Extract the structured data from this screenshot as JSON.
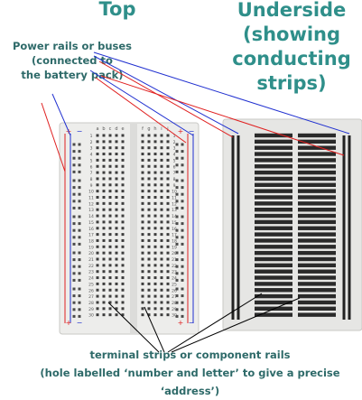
{
  "headings": {
    "top": "Top",
    "underside": [
      "Underside",
      "(showing",
      "conducting",
      "strips)"
    ]
  },
  "power_label": [
    "Power rails or buses",
    "(connected to",
    "the battery pack)"
  ],
  "terminal_label": [
    "terminal strips or component rails",
    "(hole labelled ‘number and letter’ to give a precise ‘address’)"
  ],
  "board": {
    "column_letters_left": [
      "a",
      "b",
      "c",
      "d",
      "e"
    ],
    "column_letters_right": [
      "f",
      "g",
      "h",
      "i",
      "j"
    ],
    "row_numbers": [
      "1",
      "2",
      "3",
      "4",
      "5",
      "6",
      "7",
      "8",
      "9",
      "10",
      "11",
      "12",
      "13",
      "14",
      "15",
      "16",
      "17",
      "18",
      "19",
      "20",
      "21",
      "22",
      "23",
      "24",
      "25",
      "26",
      "27",
      "28",
      "29",
      "30"
    ],
    "rail_plus": "+",
    "rail_minus": "−"
  },
  "colors": {
    "heading": "#2f8f8a",
    "label": "#2e6a69",
    "positive_line": "#e02020",
    "negative_line": "#2030d0",
    "board_fill": "#ededeb",
    "strip": "#2a2a2a"
  }
}
